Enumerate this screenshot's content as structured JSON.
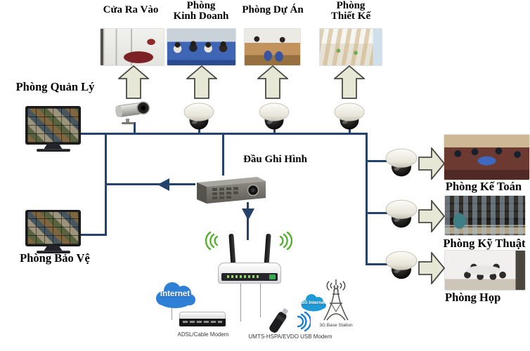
{
  "colors": {
    "line": "#25426d",
    "arrow_fill": "#e7e7d6",
    "arrow_stroke": "#4a4a44",
    "wifi_green": "#55b02e",
    "cloud_blue": "#2e7fd6",
    "cloud_teal": "#1f9ad6",
    "signal_blue": "#1a7fd4"
  },
  "top_rooms": [
    {
      "label": "Cửa Ra Vào"
    },
    {
      "label": "Phòng\nKinh Doanh"
    },
    {
      "label": "Phòng Dự Án"
    },
    {
      "label": "Phòng\nThiết Kế"
    }
  ],
  "left_rooms": {
    "manager": "Phòng Quản Lý",
    "security": "Phòng Bảo Vệ"
  },
  "dvr": {
    "label": "Đầu Ghi Hình"
  },
  "right_rooms": [
    {
      "label": "Phòng Kế Toán"
    },
    {
      "label": "Phòng Kỹ Thuật"
    },
    {
      "label": "Phòng Họp"
    }
  ],
  "internet": {
    "cloud": "Internet",
    "adsl_modem": "ADSL/Cable Modem",
    "cloud_3g": "3G Internet",
    "usb_modem": "UMTS-HSPA/EVDO USB Modem",
    "base_station": "3G Base Station"
  }
}
